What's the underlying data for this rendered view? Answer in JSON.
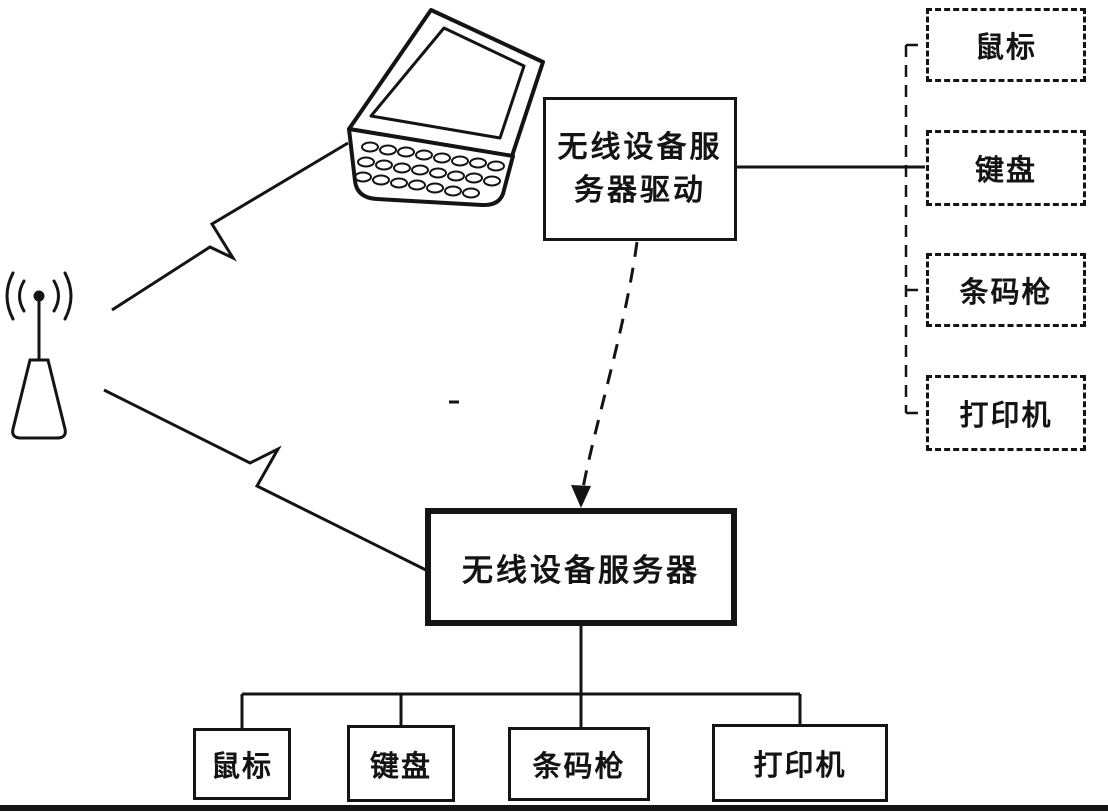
{
  "driver_box": {
    "line1": "无线设备服",
    "line2": "务器驱动"
  },
  "server_box": {
    "label": "无线设备服务器"
  },
  "wireless_peripherals": [
    {
      "label": "鼠标"
    },
    {
      "label": "键盘"
    },
    {
      "label": "条码枪"
    },
    {
      "label": "打印机"
    }
  ],
  "wired_peripherals": [
    {
      "label": "鼠标"
    },
    {
      "label": "键盘"
    },
    {
      "label": "条码枪"
    },
    {
      "label": "打印机"
    }
  ],
  "icons": {
    "antenna": "wireless-antenna-with-radio-waves",
    "laptop": "laptop-computer-sketch",
    "lightning": "zigzag-wireless-link",
    "arrow": "dashed-down-arrow"
  },
  "colors": {
    "ink": "#141414",
    "background": "#ffffff"
  }
}
